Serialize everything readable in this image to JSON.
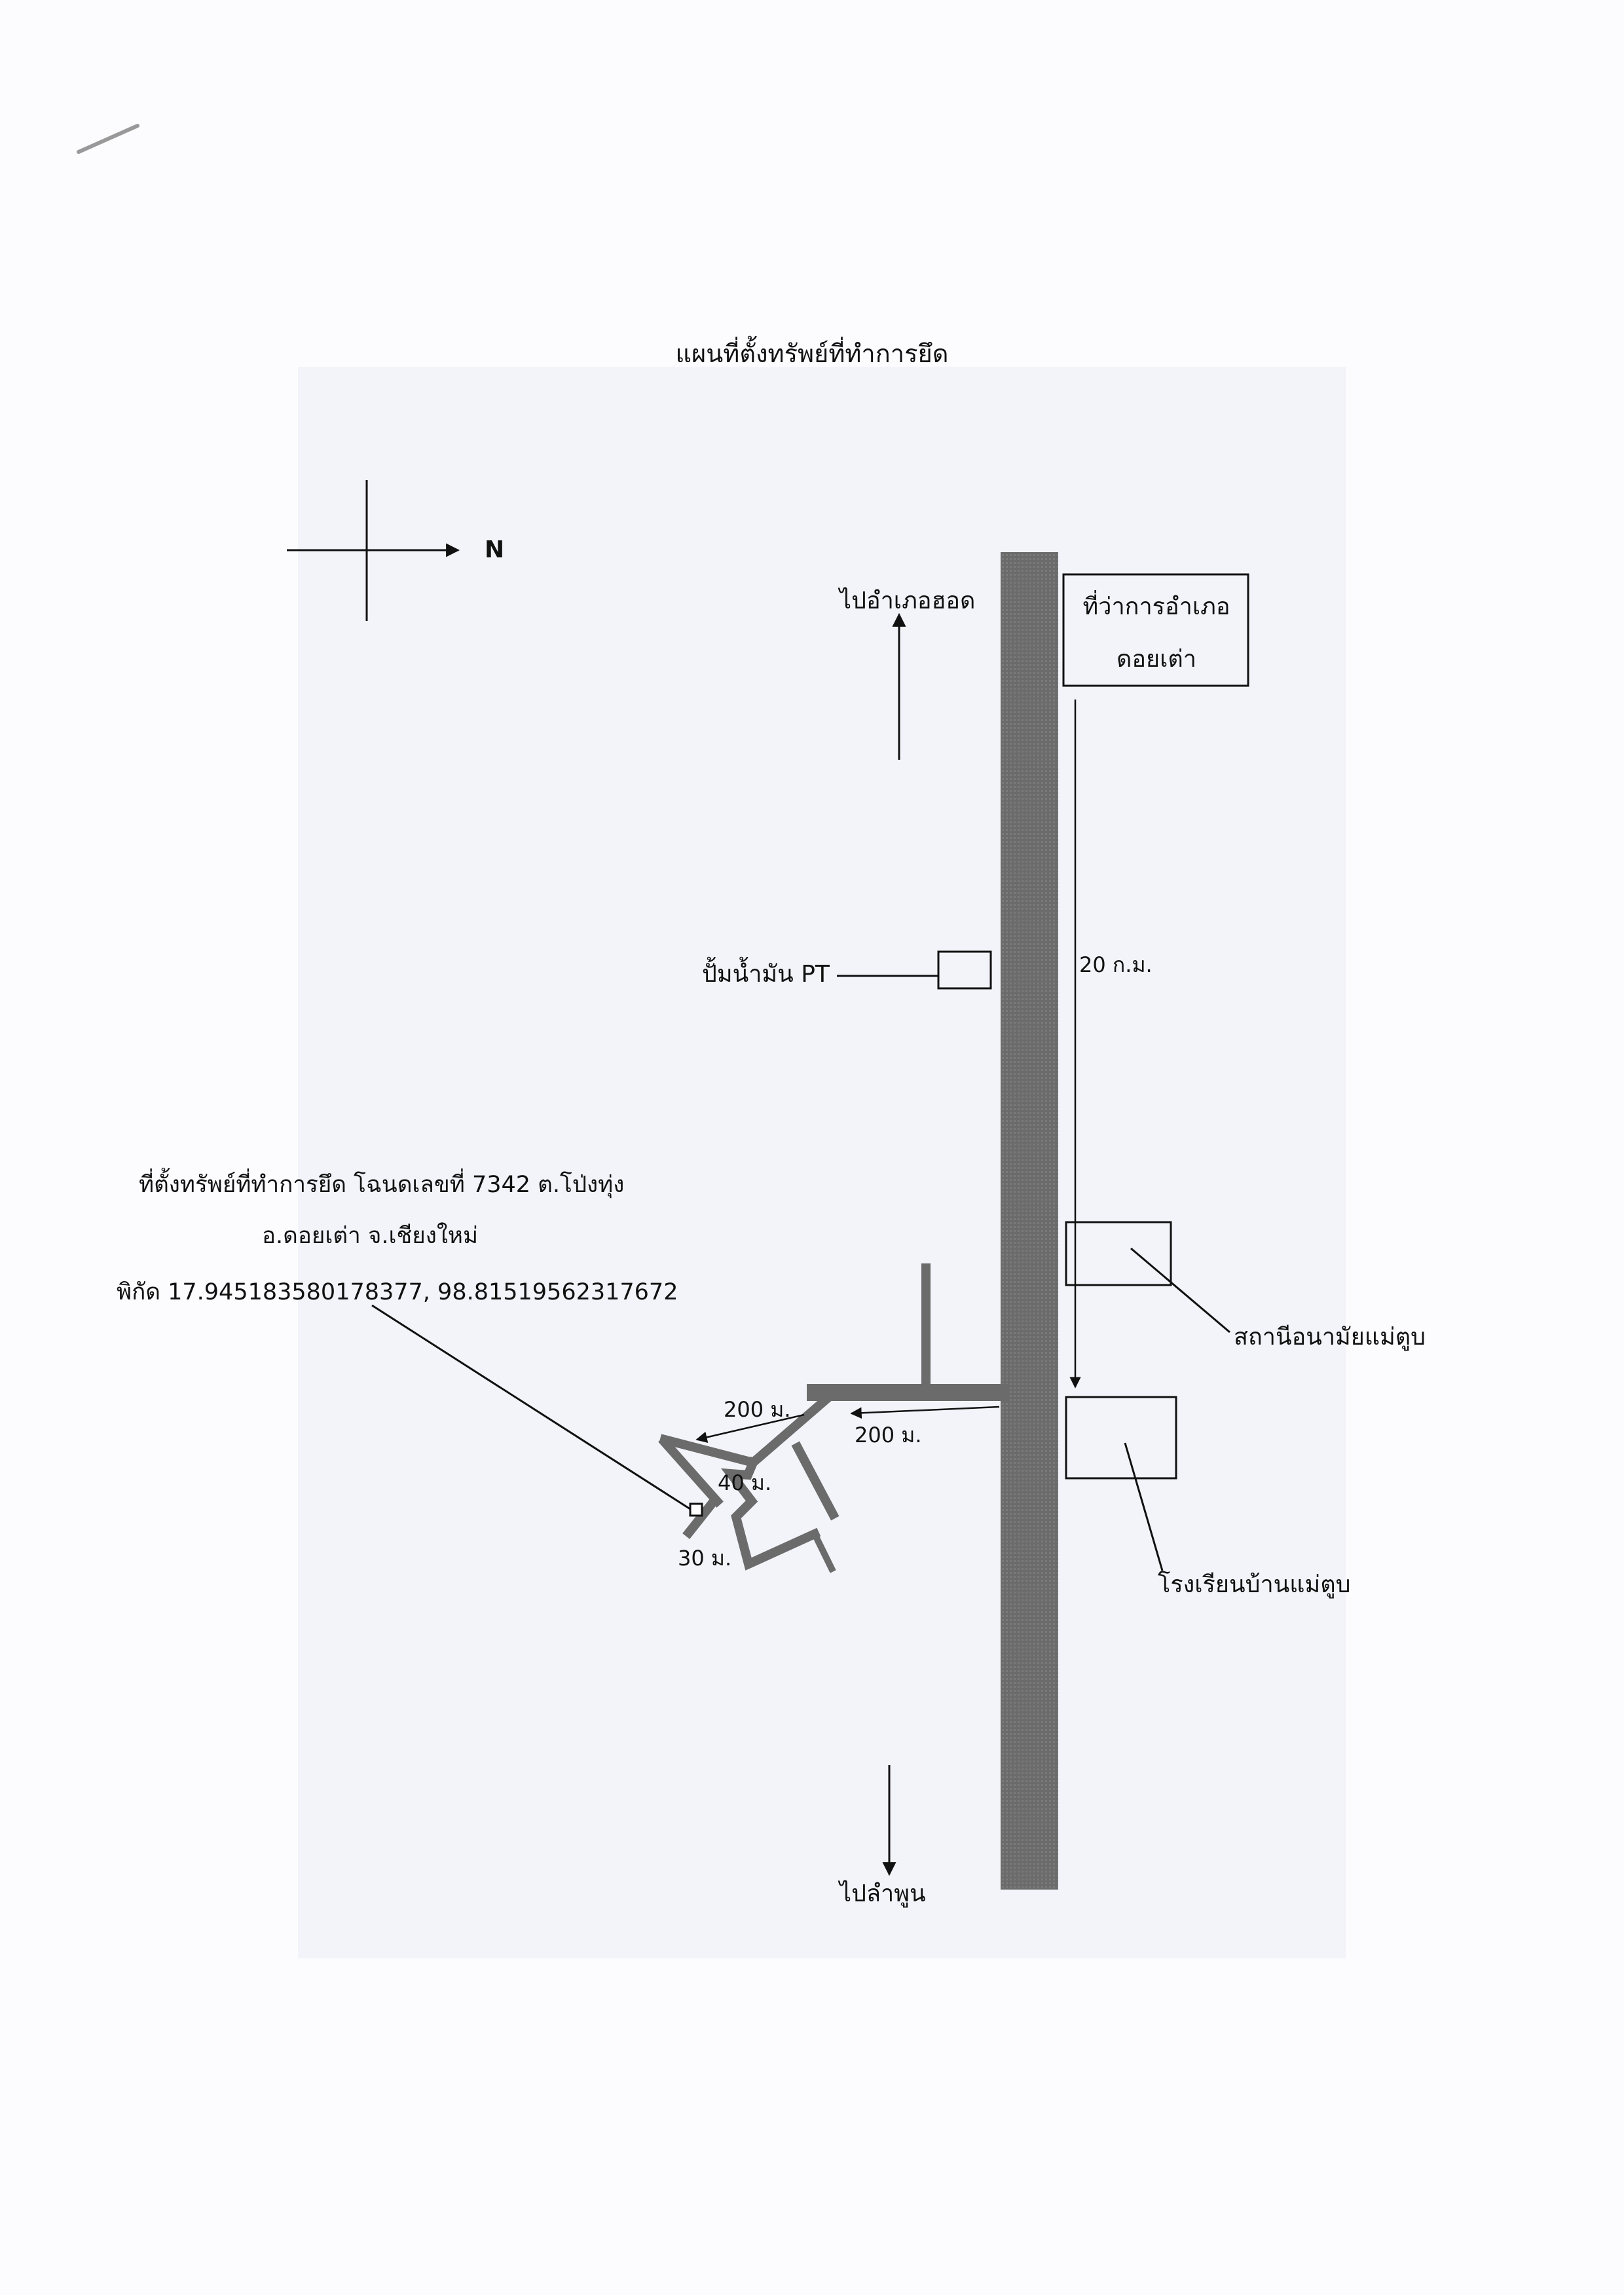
{
  "map": {
    "title": "แผนที่ตั้งทรัพย์ที่ทำการยึด",
    "compass": {
      "label": "N"
    },
    "destinations": {
      "north": "ไปอำเภอฮอด",
      "south": "ไปลำพูน"
    },
    "landmarks": {
      "district_office_line1": "ที่ว่าการอำเภอ",
      "district_office_line2": "ดอยเต่า",
      "gas_station": "ปั้มน้ำมัน PT",
      "health_station": "สถานีอนามัยแม่ตูบ",
      "school": "โรงเรียนบ้านแม่ตูบ"
    },
    "distances": {
      "office_to_turn": "20 ก.ม.",
      "turn_1": "200 ม.",
      "turn_2": "200 ม.",
      "segment_3": "40 ม.",
      "segment_4": "30 ม."
    },
    "property": {
      "line1": "ที่ตั้งทรัพย์ที่ทำการยึด โฉนดเลขที่ 7342 ต.โป่งทุ่ง",
      "line2": "อ.ดอยเต่า จ.เชียงใหม่",
      "line3": "พิกัด 17.945183580178377, 98.81519562317672"
    },
    "colors": {
      "road": "#6b6b6b",
      "line": "#111111",
      "background_panel": "#f3f4fa"
    }
  }
}
